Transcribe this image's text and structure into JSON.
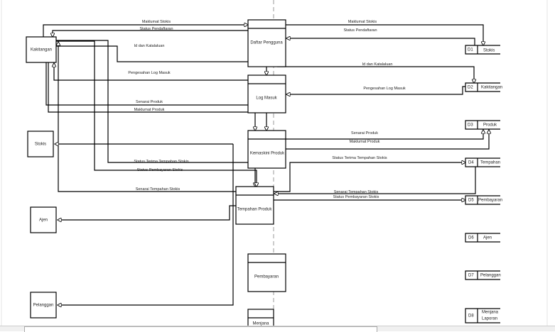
{
  "external_entities": {
    "kakitangan": "Kakitangan",
    "stokis": "Stokis",
    "ajen": "Ajen",
    "pelanggan": "Pelanggan"
  },
  "processes": {
    "daftar_pengguna": "Daftar Pengguna",
    "log_masuk": "Log Masuk",
    "kemaskini_produk": "Kemaskini Produk",
    "tempahan_produk": "Tempahan Produk",
    "pembayaran": "Pembayaran",
    "menjana": "Menjana"
  },
  "data_stores": [
    {
      "id": "D1",
      "name": "Stokis"
    },
    {
      "id": "D2",
      "name": "Kakitangan"
    },
    {
      "id": "D3",
      "name": "Produk"
    },
    {
      "id": "D4",
      "name": "Tempahan"
    },
    {
      "id": "D5",
      "name": "Pembayaran"
    },
    {
      "id": "D6",
      "name": "Ajen"
    },
    {
      "id": "D7",
      "name": "Pelanggan"
    },
    {
      "id": "D8",
      "name": "Menjana",
      "name2": "Laporan"
    }
  ],
  "flows_left": {
    "maklumat_stokis": "Maklumat Stokis",
    "status_pendaftaran": "Status Pendaftaran",
    "id_katalaluan": "Id dan Katalaluan",
    "pengesahan_log_masuk": "Pengesahan Log Masuk",
    "senarai_produk": "Senarai Produk",
    "maklumat_produk": "Maklumat Produk",
    "status_terima_tempahan": "Status Terima Tempahan Stokis",
    "status_pembayaran": "Status Pembayaran Stokis",
    "senarai_tempahan": "Senarai Tempahan Stokis"
  },
  "flows_right": {
    "maklumat_stokis": "Maklumat Stokis",
    "status_pendaftaran": "Status Pendaftaran",
    "id_katalaluan": "Id dan Katalaluan",
    "pengesahan_log_masuk": "Pengesahan Log Masuk",
    "senarai_produk": "Senarai Produk",
    "maklumat_produk": "Maklumat Produk",
    "status_terima_tempahan": "Status Terima Tempahan Stokis",
    "senarai_tempahan": "Senarai Tempahan Stokis",
    "status_pembayaran": "Status Pembayaran Stokis"
  }
}
